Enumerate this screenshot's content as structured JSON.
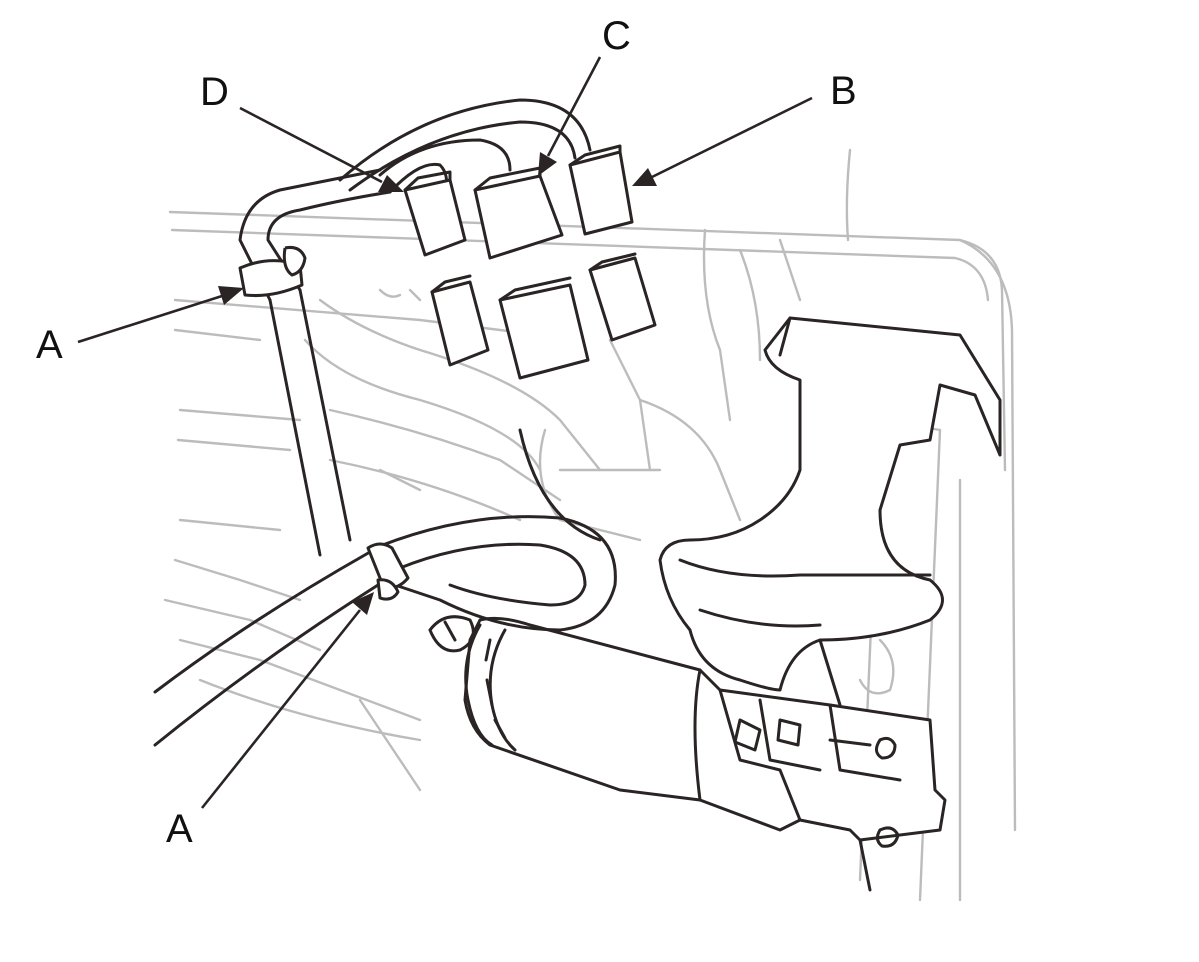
{
  "colors": {
    "line": "#2a2424",
    "background_detail": "#bcbcbc",
    "background": "#ffffff"
  },
  "callouts": {
    "a_upper": "A",
    "a_lower": "A",
    "b": "B",
    "c": "C",
    "d": "D"
  },
  "parts": [
    "harness-clip-icon",
    "harness-clip-icon",
    "connector-icon",
    "connector-icon",
    "connector-icon",
    "wire-harness-icon",
    "actuator-motor-icon"
  ]
}
